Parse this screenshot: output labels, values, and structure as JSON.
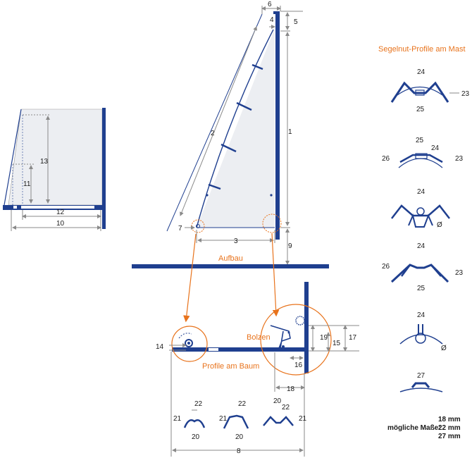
{
  "colors": {
    "navy": "#1f3f8f",
    "orange": "#e8731c",
    "sail": "#eceef2",
    "dim": "#8a8a8a"
  },
  "headings": {
    "mast_profiles": "Segelnut-Profile am Mast",
    "aufbau": "Aufbau",
    "bolzen": "Bolzen",
    "boom_profiles": "Profile am Baum"
  },
  "dims": {
    "d1": "1",
    "d2": "2",
    "d3": "3",
    "d4": "4",
    "d5": "5",
    "d6": "6",
    "d7": "7",
    "d8": "8",
    "d9": "9",
    "d10": "10",
    "d11": "11",
    "d12": "12",
    "d13": "13",
    "d14": "14",
    "d15": "15",
    "d16": "16",
    "d17": "17",
    "d18": "18",
    "d19": "19",
    "d20": "20",
    "d21": "21",
    "d22": "22",
    "d23": "23",
    "d24": "24",
    "d25": "25",
    "d26": "26",
    "d27": "27"
  },
  "sizes": {
    "label": "mögliche Maße:",
    "values": [
      "18 mm",
      "22 mm",
      "27 mm"
    ]
  }
}
